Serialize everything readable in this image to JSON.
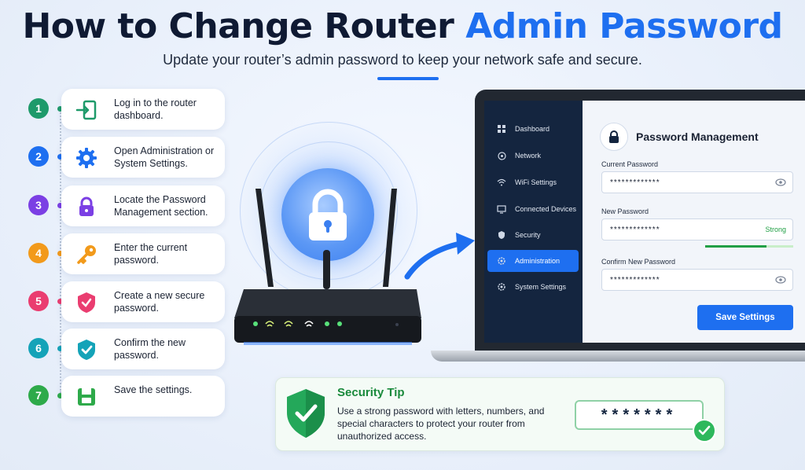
{
  "header": {
    "title_part1": "How to Change Router",
    "title_part2": "Admin Password",
    "subtitle": "Update your router’s admin password to keep your network safe and secure."
  },
  "colors": {
    "accent": "#1e6ff0",
    "success": "#22a046",
    "navy": "#14253f"
  },
  "steps": [
    {
      "number": "1",
      "text": "Log in to the router dashboard.",
      "icon": "login-icon",
      "color": "#1e9a6a"
    },
    {
      "number": "2",
      "text": "Open Administration or System Settings.",
      "icon": "gear-icon",
      "color": "#1e6ff0"
    },
    {
      "number": "3",
      "text": "Locate the Password Management section.",
      "icon": "lock-icon",
      "color": "#7b3fe4"
    },
    {
      "number": "4",
      "text": "Enter the current password.",
      "icon": "key-icon",
      "color": "#f29a1b"
    },
    {
      "number": "5",
      "text": "Create a new secure password.",
      "icon": "shield-icon",
      "color": "#ea3d70"
    },
    {
      "number": "6",
      "text": "Confirm the new password.",
      "icon": "shield-check-icon",
      "color": "#14a3b8"
    },
    {
      "number": "7",
      "text": "Save the settings.",
      "icon": "save-icon",
      "color": "#2eaa4a"
    }
  ],
  "dashboard": {
    "nav": [
      {
        "label": "Dashboard",
        "icon": "grid-icon"
      },
      {
        "label": "Network",
        "icon": "network-icon"
      },
      {
        "label": "WiFi Settings",
        "icon": "wifi-icon"
      },
      {
        "label": "Connected Devices",
        "icon": "monitor-icon"
      },
      {
        "label": "Security",
        "icon": "shield-icon"
      },
      {
        "label": "Administration",
        "icon": "gear-icon",
        "active": true
      },
      {
        "label": "System Settings",
        "icon": "gear-icon"
      }
    ],
    "panel_title": "Password Management",
    "current_password_label": "Current Password",
    "current_password_value": "*************",
    "new_password_label": "New Password",
    "new_password_value": "*************",
    "strength_label": "Strong",
    "strength_level": 0.7,
    "confirm_password_label": "Confirm New Password",
    "confirm_password_value": "*************",
    "save_button": "Save Settings"
  },
  "tip": {
    "title": "Security Tip",
    "text": "Use a strong password with letters, numbers, and special characters to protect your router from unauthorized access.",
    "password_display": "*******"
  }
}
